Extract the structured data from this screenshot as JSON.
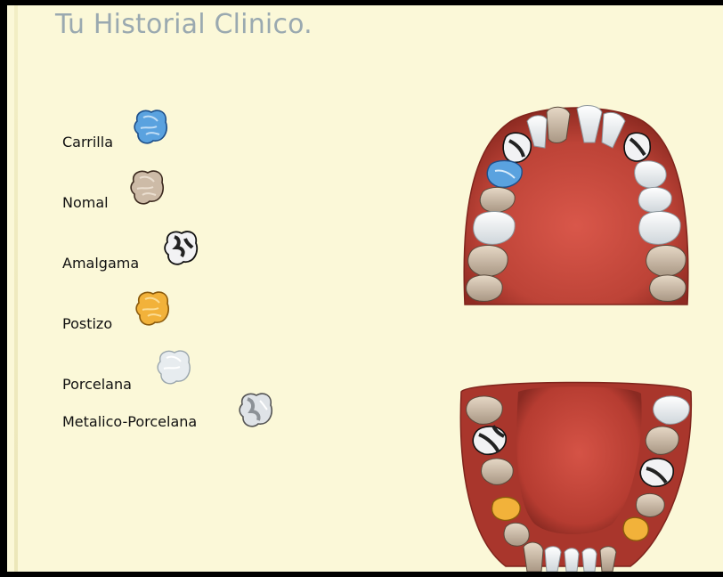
{
  "page": {
    "title": "Tu Historial Clinico."
  },
  "legend": [
    {
      "label": "Carrilla",
      "color": "#5aa2df",
      "icon": "tooth-icon-blue"
    },
    {
      "label": "Nomal",
      "color": "#cdbba7",
      "icon": "tooth-icon-normal"
    },
    {
      "label": "Amalgama",
      "color": "#6b6b6e",
      "icon": "tooth-icon-amalgam"
    },
    {
      "label": "Postizo",
      "color": "#f2b23a",
      "icon": "tooth-icon-gold"
    },
    {
      "label": "Porcelana",
      "color": "#e7ecef",
      "icon": "tooth-icon-porcelain"
    },
    {
      "label": "Metalico-Porcelana",
      "color": "#a5abb1",
      "icon": "tooth-icon-metal-porcelain"
    }
  ],
  "colors": {
    "background": "#fbf8d8",
    "gum": "#b64236",
    "palate": "#c8473a"
  }
}
